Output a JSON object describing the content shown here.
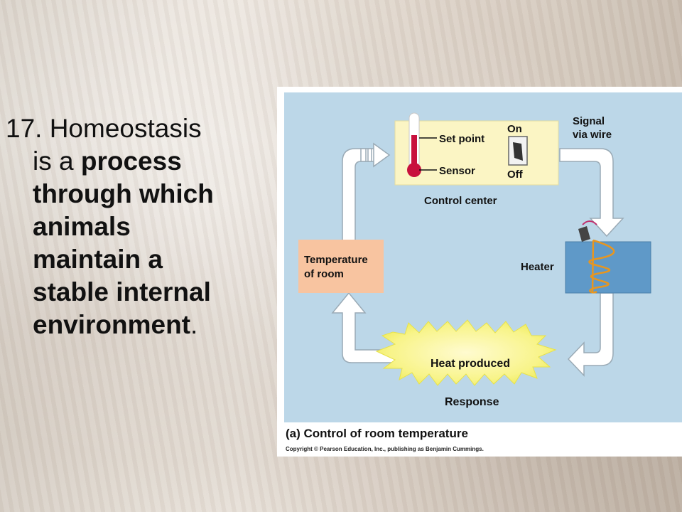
{
  "slide": {
    "statement": {
      "number": "17. Homeostasis",
      "line2_prefix": "is a ",
      "line2_bold": "process",
      "line3": "through which",
      "line4": "animals",
      "line5": "maintain a",
      "line6": "stable internal",
      "line7_bold": "environment",
      "line7_end": "."
    }
  },
  "diagram": {
    "labels": {
      "set_point": "Set point",
      "sensor": "Sensor",
      "switch_on": "On",
      "switch_off": "Off",
      "control_center": "Control center",
      "signal_line1": "Signal",
      "signal_line2": "via wire",
      "heater": "Heater",
      "temperature_line1": "Temperature",
      "temperature_line2": "of room",
      "heat_produced": "Heat produced",
      "response": "Response"
    },
    "caption": "(a) Control of room temperature",
    "copyright": "Copyright © Pearson Education, Inc., publishing as Benjamin Cummings.",
    "colors": {
      "panel_blue": "#bcd7e8",
      "control_box": "#fbf5c4",
      "temperature_box": "#f8c4a0",
      "heater_box": "#5f99c8",
      "heat_burst": "#f5f06a",
      "coil": "#e8961f",
      "thermometer_red": "#c8103d"
    }
  }
}
